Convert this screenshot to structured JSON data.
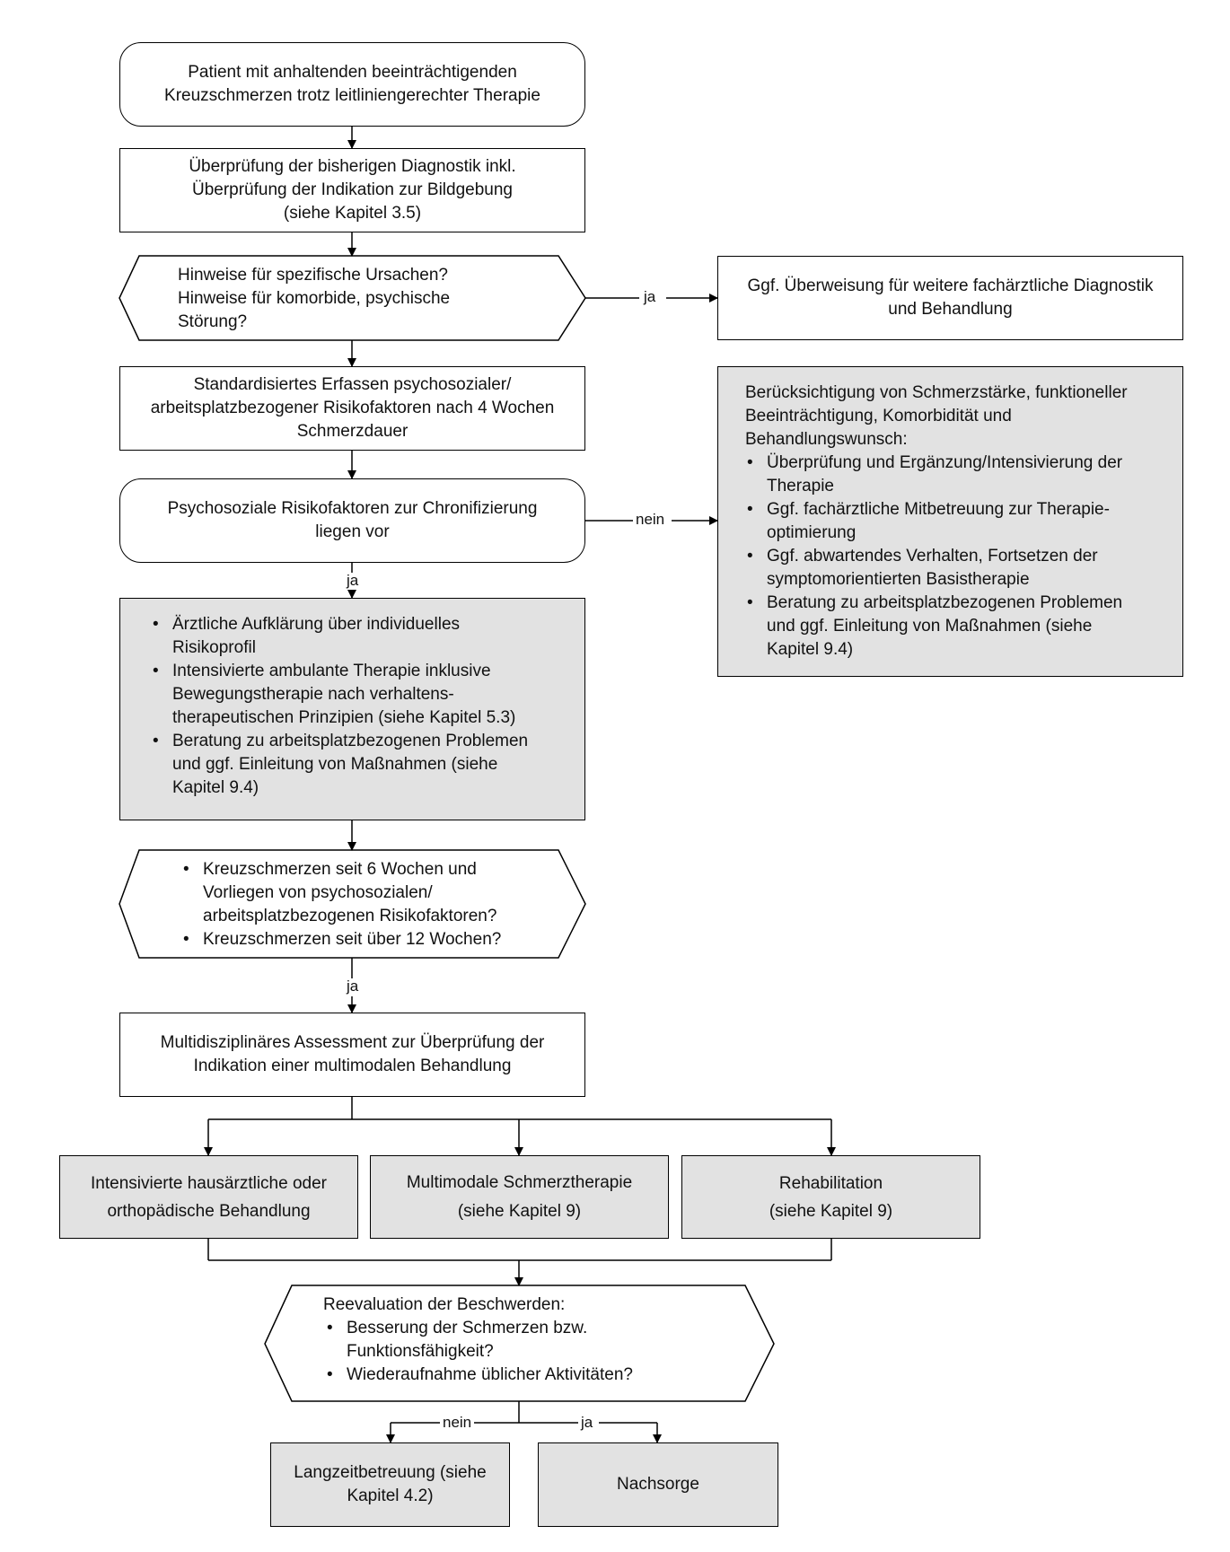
{
  "nodes": {
    "start": "Patient mit anhaltenden beeinträchtigenden Kreuzschmerzen trotz leitliniengerechter Therapie",
    "review": [
      "Überprüfung der bisherigen Diagnostik inkl.",
      "Überprüfung der Indikation zur Bildgebung",
      "(siehe Kapitel 3.5)"
    ],
    "q_specific": [
      "Hinweise für spezifische Ursachen?",
      "Hinweise für komorbide, psychische",
      "Störung?"
    ],
    "referral": [
      "Ggf. Überweisung für weitere fachärztliche Diagnostik",
      "und Behandlung"
    ],
    "screening": [
      "Standardisiertes Erfassen psychosozialer/",
      "arbeitsplatzbezogener Risikofaktoren nach 4 Wochen",
      "Schmerzdauer"
    ],
    "q_risk": [
      "Psychosoziale Risikofaktoren zur Chronifizierung",
      "liegen vor"
    ],
    "consider": {
      "intro": [
        "Berücksichtigung von Schmerzstärke, funktioneller",
        "Beeinträchtigung, Komorbidität und",
        "Behandlungswunsch:"
      ],
      "items": [
        [
          "Überprüfung und Ergänzung/Intensivierung der",
          "Therapie"
        ],
        [
          "Ggf. fachärztliche Mitbetreuung zur Therapie-",
          "optimierung"
        ],
        [
          "Ggf. abwartendes Verhalten, Fortsetzen der",
          "symptomorientierten Basistherapie"
        ],
        [
          "Beratung zu arbeitsplatzbezogenen Problemen",
          "und ggf. Einleitung von Maßnahmen (siehe",
          "Kapitel 9.4)"
        ]
      ]
    },
    "measures": [
      [
        "Ärztliche Aufklärung über individuelles",
        "Risikoprofil"
      ],
      [
        "Intensivierte ambulante Therapie inklusive",
        "Bewegungstherapie nach verhaltens-",
        "therapeutischen Prinzipien (siehe Kapitel 5.3)"
      ],
      [
        "Beratung zu arbeitsplatzbezogenen Problemen",
        "und ggf. Einleitung von Maßnahmen (siehe",
        "Kapitel 9.4)"
      ]
    ],
    "q_duration": [
      [
        "Kreuzschmerzen seit 6 Wochen und",
        "Vorliegen von psychosozialen/",
        "arbeitsplatzbezogenen Risikofaktoren?"
      ],
      [
        "Kreuzschmerzen seit über 12 Wochen?"
      ]
    ],
    "assessment": [
      "Multidisziplinäres Assessment zur Überprüfung der",
      "Indikation einer multimodalen Behandlung"
    ],
    "option_gp": [
      "Intensivierte hausärztliche oder",
      "orthopädische Behandlung"
    ],
    "option_multimodal": [
      "Multimodale Schmerztherapie",
      "(siehe Kapitel 9)"
    ],
    "option_rehab": [
      "Rehabilitation",
      "(siehe Kapitel 9)"
    ],
    "reevaluation": {
      "intro": "Reevaluation der Beschwerden:",
      "items": [
        [
          "Besserung der Schmerzen bzw.",
          "Funktionsfähigkeit?"
        ],
        [
          "Wiederaufnahme üblicher Aktivitäten?"
        ]
      ]
    },
    "longterm": [
      "Langzeitbetreuung (siehe",
      "Kapitel 4.2)"
    ],
    "aftercare": "Nachsorge"
  },
  "labels": {
    "yes": "ja",
    "no": "nein"
  }
}
